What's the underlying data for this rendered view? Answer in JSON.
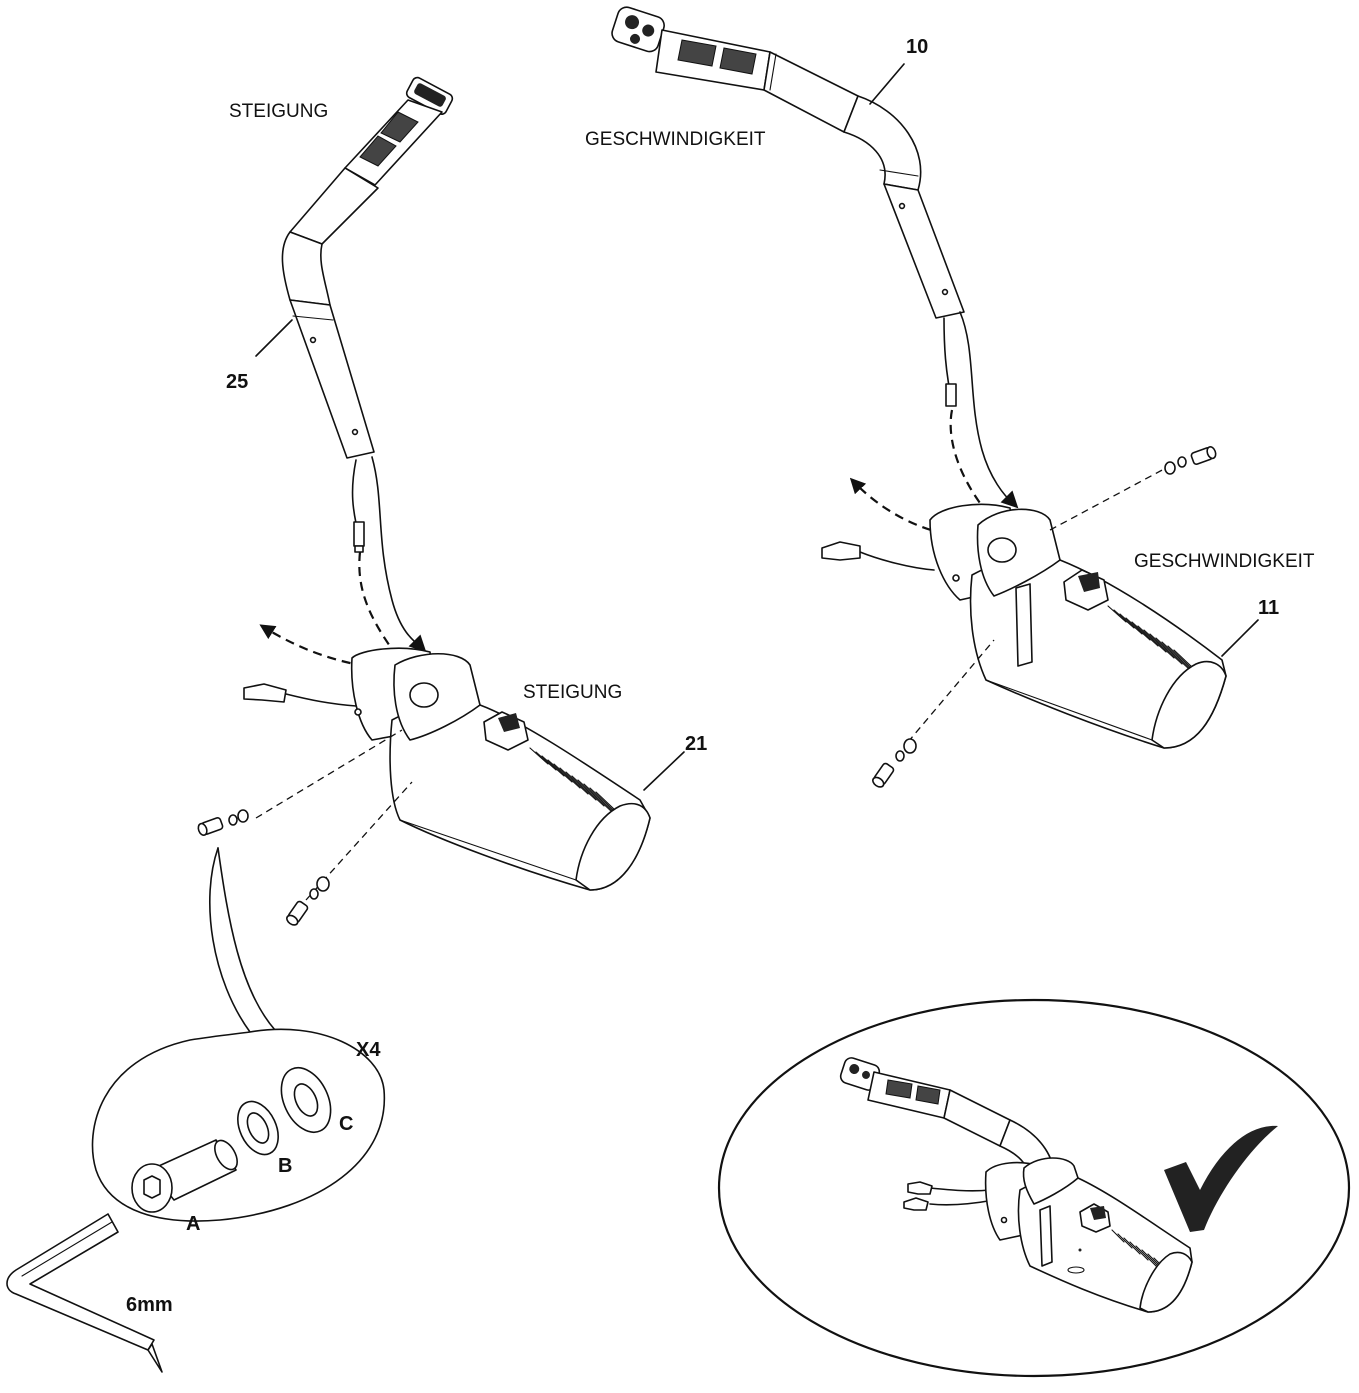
{
  "labels": {
    "steigung_top": "STEIGUNG",
    "steigung_console": "STEIGUNG",
    "geschwindigkeit_top": "GESCHWINDIGKEIT",
    "geschwindigkeit_console": "GESCHWINDIGKEIT",
    "part_10": "10",
    "part_11": "11",
    "part_21": "21",
    "part_25": "25",
    "quantity": "X4",
    "part_a": "A",
    "part_b": "B",
    "part_c": "C",
    "tool_size": "6mm"
  },
  "icons": {
    "check": "checkmark-icon",
    "hex_key": "hex-key-icon"
  }
}
